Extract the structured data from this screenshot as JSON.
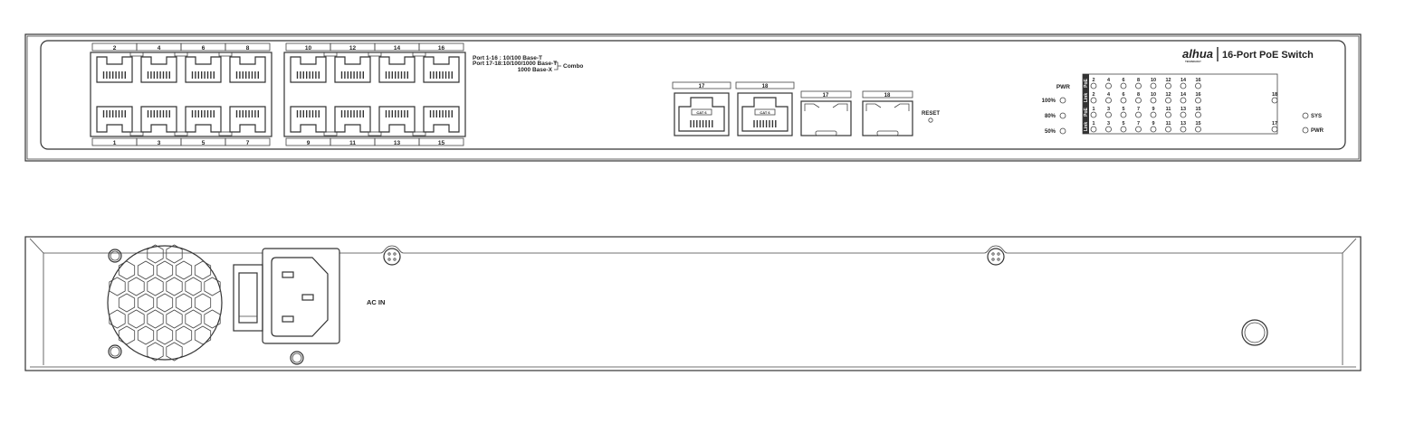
{
  "front_panel": {
    "brand": "alhua",
    "brand_sub": "TECHNOLOGY",
    "product_title": "16-Port PoE Switch",
    "port_labels_top": [
      "2",
      "4",
      "6",
      "8",
      "10",
      "12",
      "14",
      "16"
    ],
    "port_labels_bottom": [
      "1",
      "3",
      "5",
      "7",
      "9",
      "11",
      "13",
      "15"
    ],
    "spec_line_1": "Port 1-16 : 10/100 Base-T",
    "spec_line_2": "Port 17-18:10/100/1000 Base-T",
    "spec_line_3": "1000 Base-X",
    "combo_label": "Combo",
    "combo_rj45_labels": [
      "17",
      "18"
    ],
    "rj45_tag": "CAT 6",
    "sfp_labels": [
      "17",
      "18"
    ],
    "reset_label": "RESET",
    "pwr_label": "PWR",
    "pwr_levels": [
      "100%",
      "80%",
      "50%"
    ],
    "led_side_labels": [
      "Link",
      "PoE",
      "Link",
      "PoE"
    ],
    "led_rows": [
      [
        "2",
        "4",
        "6",
        "8",
        "10",
        "12",
        "14",
        "16"
      ],
      [
        "2",
        "4",
        "6",
        "8",
        "10",
        "12",
        "14",
        "16"
      ],
      [
        "1",
        "3",
        "5",
        "7",
        "9",
        "11",
        "13",
        "15"
      ],
      [
        "1",
        "3",
        "5",
        "7",
        "9",
        "11",
        "13",
        "15"
      ]
    ],
    "led_extra": [
      "18",
      "17"
    ],
    "status_leds": [
      "SYS",
      "PWR"
    ]
  },
  "rear_panel": {
    "ac_in_label": "AC IN"
  }
}
